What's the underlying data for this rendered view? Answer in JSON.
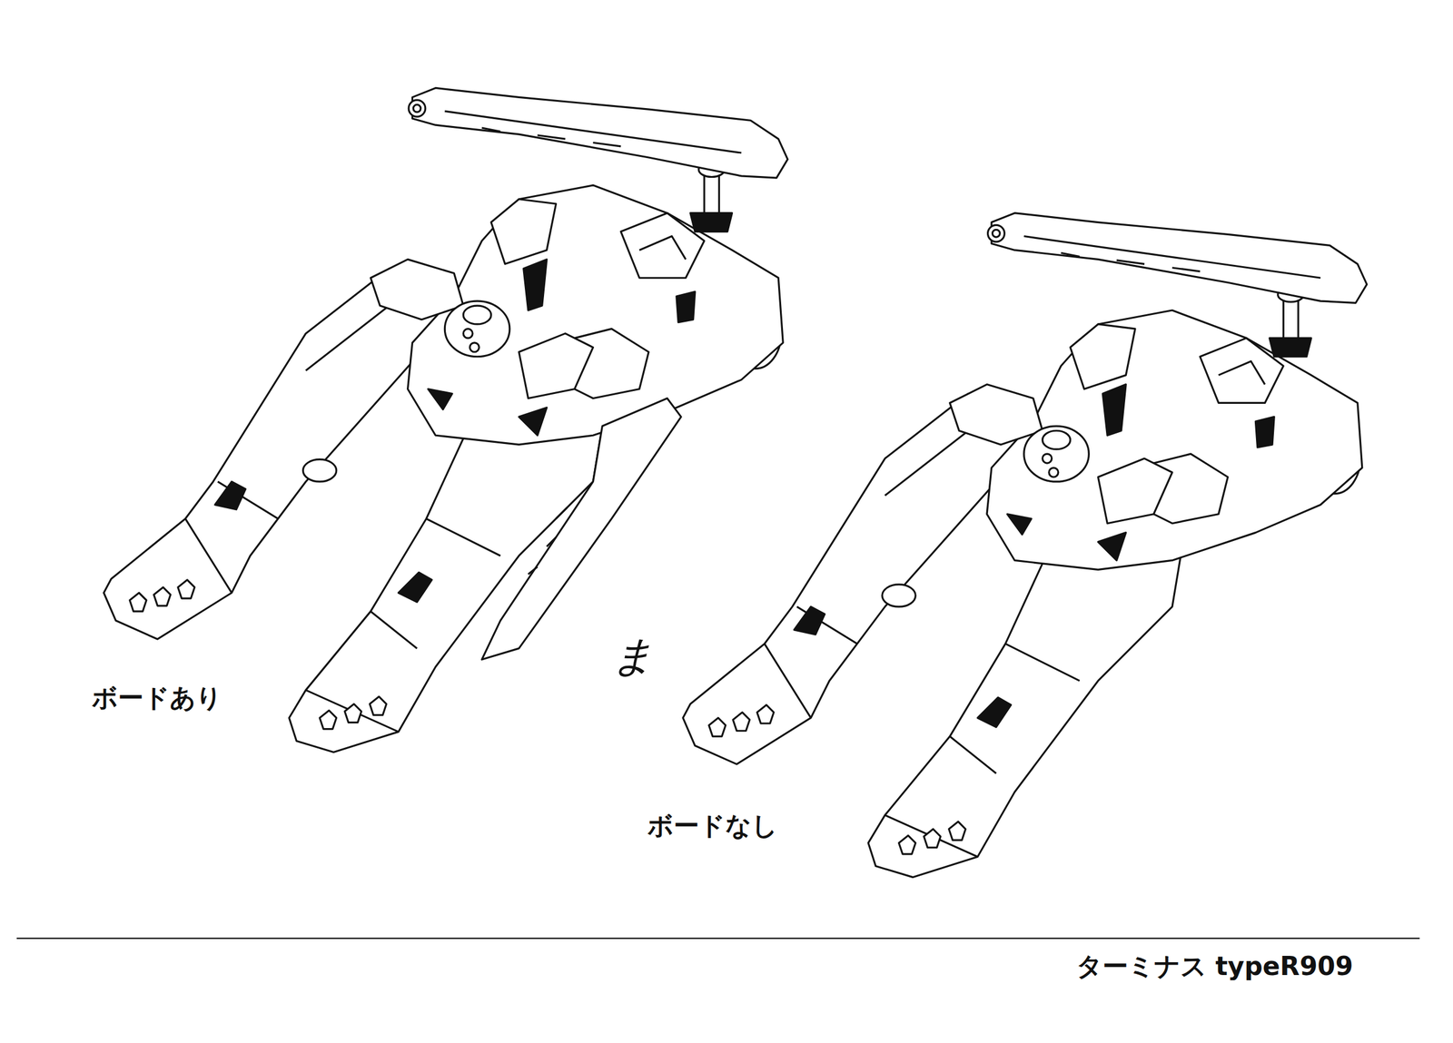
{
  "diagram": {
    "title": "ターミナス typeR909",
    "labels": [
      "ボードあり",
      "ボードなし",
      "ま"
    ]
  }
}
